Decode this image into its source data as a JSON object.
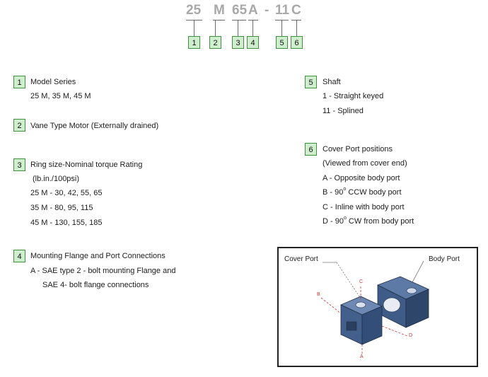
{
  "code": {
    "parts": [
      "25",
      "M",
      "65",
      "A",
      "-",
      "11",
      "C"
    ],
    "boxes": [
      "1",
      "2",
      "3",
      "4",
      "5",
      "6"
    ]
  },
  "sections": {
    "s1": {
      "num": "1",
      "title": "Model Series",
      "lines": [
        "25   M, 35   M, 45   M"
      ]
    },
    "s2": {
      "num": "2",
      "title": "Vane Type Motor (Externally drained)"
    },
    "s3": {
      "num": "3",
      "title": "Ring size-Nominal torque Rating",
      "lines": [
        "(lb.in./100psi)",
        "25   M   - 30, 42, 55, 65",
        "35   M   - 80, 95, 115",
        "45   M   - 130, 155, 185"
      ]
    },
    "s4": {
      "num": "4",
      "title": "Mounting Flange and Port Connections",
      "lines": [
        "A - SAE type 2 - bolt mounting Flange and",
        "SAE 4- bolt flange connections"
      ]
    },
    "s5": {
      "num": "5",
      "title": "Shaft",
      "lines": [
        "1  - Straight keyed",
        "11  - Splined"
      ]
    },
    "s6": {
      "num": "6",
      "title": "Cover Port positions",
      "lines": [
        "(Viewed from cover end)",
        "A - Opposite body port"
      ],
      "b_pre": "B - 90",
      "deg": "o",
      "b_post": "  CCW body port",
      "c_line": "C - Inline with body port",
      "d_pre": "D - 90",
      "d_post": "  CW from body port"
    }
  },
  "diagram": {
    "cover_port": "Cover Port",
    "body_port": "Body Port",
    "label_a": "A",
    "label_b": "B",
    "label_c": "C",
    "label_d": "D"
  },
  "colors": {
    "box_fill": "#cfeecd",
    "box_border": "#3f8f3f",
    "code_gray": "#a8a8a8",
    "motor": "#3d5a85"
  }
}
